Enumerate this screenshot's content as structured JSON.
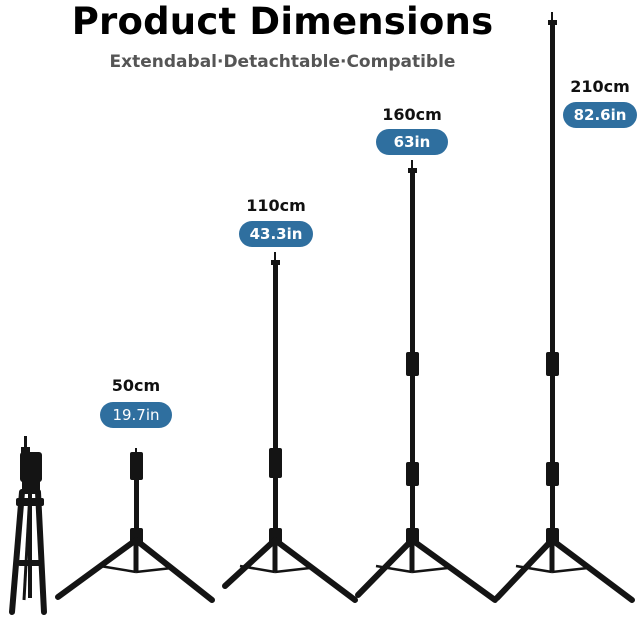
{
  "header": {
    "title": "Product Dimensions",
    "subtitle": "Extendabal·Detachtable·Compatible"
  },
  "heights": [
    {
      "cm": "50cm",
      "inch": "19.7in"
    },
    {
      "cm": "110cm",
      "inch": "43.3in"
    },
    {
      "cm": "160cm",
      "inch": "63in"
    },
    {
      "cm": "210cm",
      "inch": "82.6in"
    }
  ],
  "colors": {
    "badge": "#2f6f9f",
    "stand": "#141414"
  }
}
